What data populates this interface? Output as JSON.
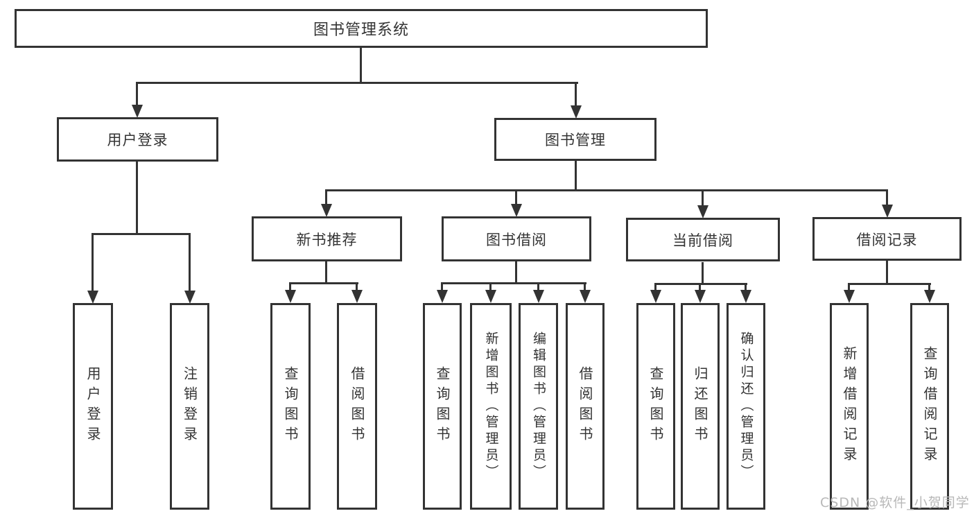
{
  "diagram": {
    "type": "tree",
    "root": {
      "label": "图书管理系统"
    },
    "level2": [
      {
        "id": "user_login",
        "label": "用户登录"
      },
      {
        "id": "book_management",
        "label": "图书管理"
      }
    ],
    "level3": [
      {
        "id": "new_book_recommend",
        "label": "新书推荐",
        "parent": "book_management"
      },
      {
        "id": "book_borrow",
        "label": "图书借阅",
        "parent": "book_management"
      },
      {
        "id": "current_borrow",
        "label": "当前借阅",
        "parent": "book_management"
      },
      {
        "id": "borrow_records",
        "label": "借阅记录",
        "parent": "book_management"
      }
    ],
    "leaves": {
      "user_login": [
        {
          "label": "用户登录"
        },
        {
          "label": "注销登录"
        }
      ],
      "new_book_recommend": [
        {
          "label": "查询图书"
        },
        {
          "label": "借阅图书"
        }
      ],
      "book_borrow": [
        {
          "label": "查询图书"
        },
        {
          "label": "新增图书（管理员）"
        },
        {
          "label": "编辑图书（管理员）"
        },
        {
          "label": "借阅图书"
        }
      ],
      "current_borrow": [
        {
          "label": "查询图书"
        },
        {
          "label": "归还图书"
        },
        {
          "label": "确认归还（管理员）"
        }
      ],
      "borrow_records": [
        {
          "label": "新增借阅记录"
        },
        {
          "label": "查询借阅记录"
        }
      ]
    },
    "colors": {
      "line": "#333333",
      "text": "#333333",
      "box_background": "#ffffff",
      "watermark": "#b8b8b8"
    },
    "watermark": "CSDN @软件_小贺同学"
  }
}
